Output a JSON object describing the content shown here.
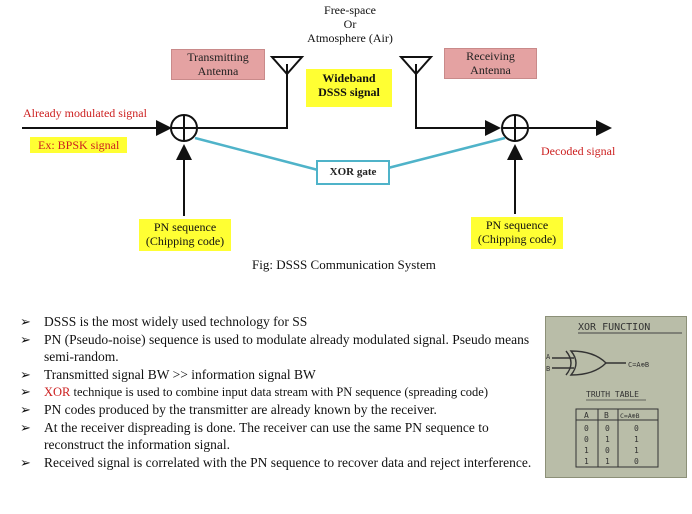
{
  "diagram": {
    "free_space_lines": [
      "Free-space",
      "Or",
      "Atmosphere (Air)"
    ],
    "tx_antenna_lines": [
      "Transmitting",
      "Antenna"
    ],
    "rx_antenna_lines": [
      "Receiving",
      "Antenna"
    ],
    "wideband_lines": [
      "Wideband",
      "DSSS signal"
    ],
    "input_label": "Already modulated signal",
    "input_example": "Ex: BPSK signal",
    "output_label": "Decoded signal",
    "xor_label": "XOR gate",
    "pn_left_lines": [
      "PN sequence",
      "(Chipping code)"
    ],
    "pn_right_lines": [
      "PN sequence",
      "(Chipping code)"
    ],
    "caption": "Fig: DSSS Communication System"
  },
  "bullets": [
    {
      "text": "DSSS is the most widely used technology for SS"
    },
    {
      "text": "PN (Pseudo-noise) sequence is used to modulate already modulated signal. Pseudo means semi-random."
    },
    {
      "text": "Transmitted signal BW >> information signal BW"
    },
    {
      "highlight": "XOR",
      "text": " technique is used to combine input data stream with PN sequence (spreading code)"
    },
    {
      "text": "PN codes produced by the transmitter are already known by the receiver."
    },
    {
      "text": "At the receiver dispreading is done. The receiver can use the same PN sequence to reconstruct the information signal."
    },
    {
      "text": "Received signal is correlated with the PN sequence to recover data and reject interference."
    }
  ],
  "bullet_glyph": "➢",
  "whiteboard": {
    "title": "XOR FUNCTION",
    "inputs": [
      "A",
      "B"
    ],
    "output": "C=A⊕B",
    "table_title": "TRUTH TABLE",
    "headers": [
      "A",
      "B",
      "C=A⊕B"
    ],
    "rows": [
      [
        "0",
        "0",
        "0"
      ],
      [
        "0",
        "1",
        "1"
      ],
      [
        "1",
        "0",
        "1"
      ],
      [
        "1",
        "1",
        "0"
      ]
    ]
  },
  "colors": {
    "xor_box_border": "#4fb3c9",
    "highlight_yellow": "#ffff33",
    "antenna_box": "#e4a2a2",
    "red_text": "#cc1f1f"
  }
}
